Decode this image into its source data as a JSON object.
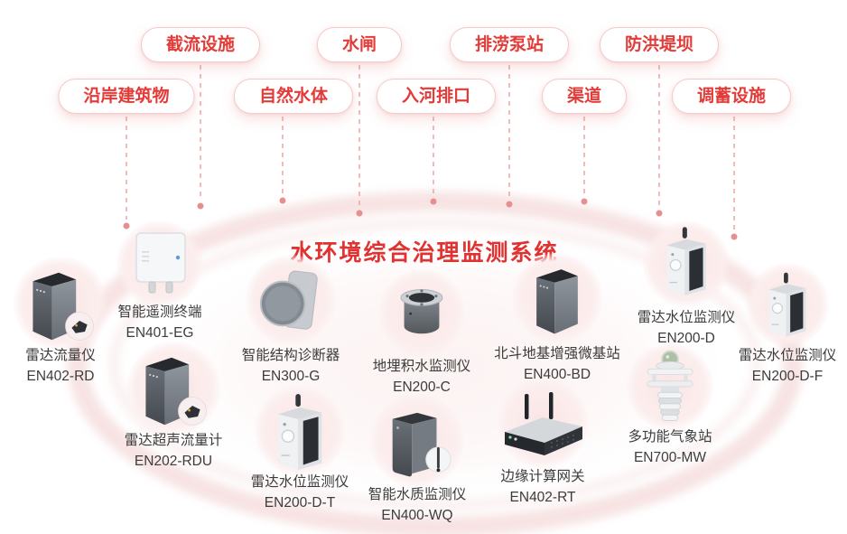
{
  "title": "水环境综合治理监测系统",
  "facility_tags": {
    "row1": [
      "截流设施",
      "水闸",
      "排涝泵站",
      "防洪堤坝"
    ],
    "row2": [
      "沿岸建筑物",
      "自然水体",
      "入河排口",
      "渠道",
      "调蓄设施"
    ]
  },
  "devices": [
    {
      "name": "雷达流量仪",
      "model": "EN402-RD",
      "icon": "radar-flow-meter-icon"
    },
    {
      "name": "智能遥测终端",
      "model": "EN401-EG",
      "icon": "telemetry-terminal-icon"
    },
    {
      "name": "雷达超声流量计",
      "model": "EN202-RDU",
      "icon": "radar-ultrasonic-flowmeter-icon"
    },
    {
      "name": "智能结构诊断器",
      "model": "EN300-G",
      "icon": "structure-diagnostic-icon"
    },
    {
      "name": "雷达水位监测仪",
      "model": "EN200-D-T",
      "icon": "radar-water-level-monitor-icon"
    },
    {
      "name": "地埋积水监测仪",
      "model": "EN200-C",
      "icon": "buried-water-monitor-icon"
    },
    {
      "name": "智能水质监测仪",
      "model": "EN400-WQ",
      "icon": "water-quality-monitor-icon"
    },
    {
      "name": "北斗地基增强微基站",
      "model": "EN400-BD",
      "icon": "beidou-base-station-icon"
    },
    {
      "name": "边缘计算网关",
      "model": "EN402-RT",
      "icon": "edge-computing-gateway-icon"
    },
    {
      "name": "雷达水位监测仪",
      "model": "EN200-D",
      "icon": "radar-water-level-monitor-icon"
    },
    {
      "name": "多功能气象站",
      "model": "EN700-MW",
      "icon": "weather-station-icon"
    },
    {
      "name": "雷达水位监测仪",
      "model": "EN200-D-F",
      "icon": "radar-water-level-monitor-icon"
    }
  ],
  "colors": {
    "accent_red": "#e23b38",
    "label_gray": "#3c3c3c",
    "connector_pink": "#efaaa8",
    "halo_pink": "#fae4e4"
  }
}
